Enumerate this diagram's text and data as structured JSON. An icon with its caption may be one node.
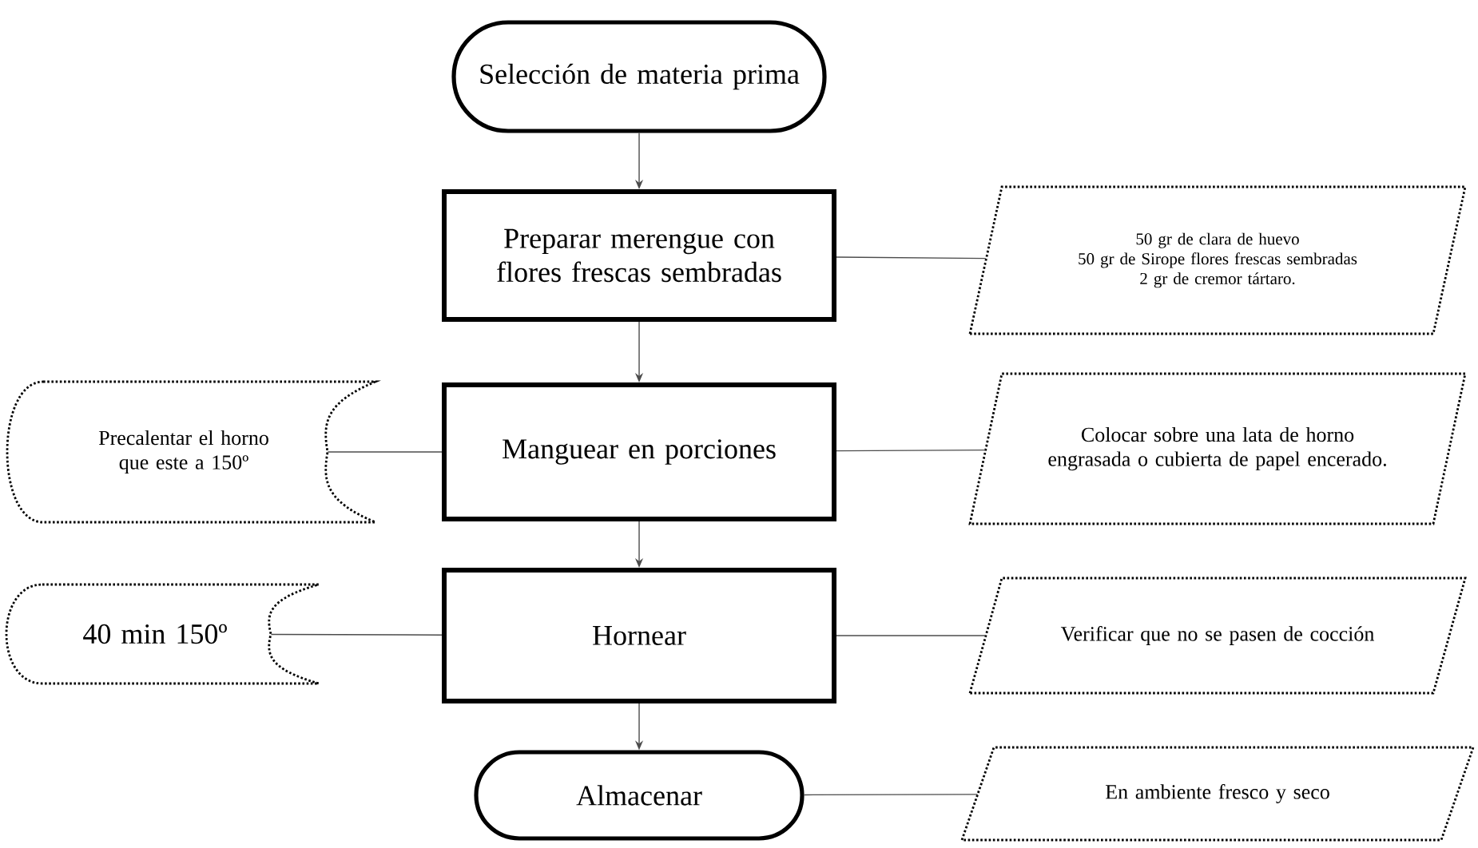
{
  "diagram": {
    "nodes": [
      {
        "text": [
          "Selección de materia prima"
        ]
      },
      {
        "text": [
          "Preparar merengue con flores frescas sembradas"
        ]
      },
      {
        "text": [
          "50 gr de clara de huevo",
          "50 gr de Sirope flores frescas sembradas",
          "2 gr de cremor tártaro."
        ]
      },
      {
        "text": [
          "Precalentar el horno que este a 150º"
        ]
      },
      {
        "text": [
          "Manguear en porciones"
        ]
      },
      {
        "text": [
          "Colocar sobre una lata de horno engrasada o cubierta de papel encerado."
        ]
      },
      {
        "text": [
          "40 min 150º"
        ]
      },
      {
        "text": [
          "Hornear"
        ]
      },
      {
        "text": [
          "Verificar que no se pasen de cocción"
        ]
      },
      {
        "text": [
          "Almacenar"
        ]
      },
      {
        "text": [
          "En ambiente fresco y seco"
        ]
      }
    ],
    "edges": [
      {
        "from": 0,
        "to": 1,
        "arrow": "to"
      },
      {
        "from": 1,
        "to": 2,
        "arrow": "none"
      },
      {
        "from": 1,
        "to": 4,
        "arrow": "to"
      },
      {
        "from": 3,
        "to": 4,
        "arrow": "none"
      },
      {
        "from": 4,
        "to": 5,
        "arrow": "none"
      },
      {
        "from": 4,
        "to": 7,
        "arrow": "to"
      },
      {
        "from": 6,
        "to": 7,
        "arrow": "none"
      },
      {
        "from": 7,
        "to": 8,
        "arrow": "none"
      },
      {
        "from": 7,
        "to": 9,
        "arrow": "to"
      },
      {
        "from": 9,
        "to": 10,
        "arrow": "none"
      }
    ]
  }
}
